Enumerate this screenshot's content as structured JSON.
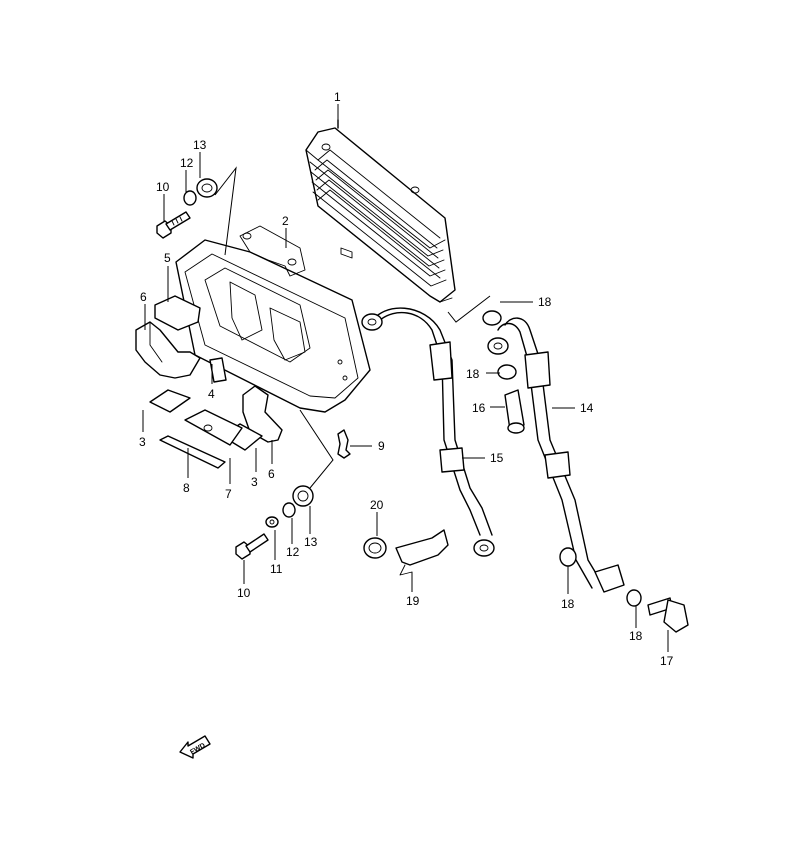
{
  "callouts": {
    "c1": "1",
    "c2": "2",
    "c3a": "3",
    "c3b": "3",
    "c4": "4",
    "c5": "5",
    "c6a": "6",
    "c6b": "6",
    "c7": "7",
    "c8": "8",
    "c9": "9",
    "c10a": "10",
    "c10b": "10",
    "c11": "11",
    "c12a": "12",
    "c12b": "12",
    "c13a": "13",
    "c13b": "13",
    "c14": "14",
    "c15": "15",
    "c16": "16",
    "c17": "17",
    "c18a": "18",
    "c18b": "18",
    "c18c": "18",
    "c18d": "18",
    "c19": "19",
    "c20": "20"
  },
  "fwd_label": "FWD"
}
